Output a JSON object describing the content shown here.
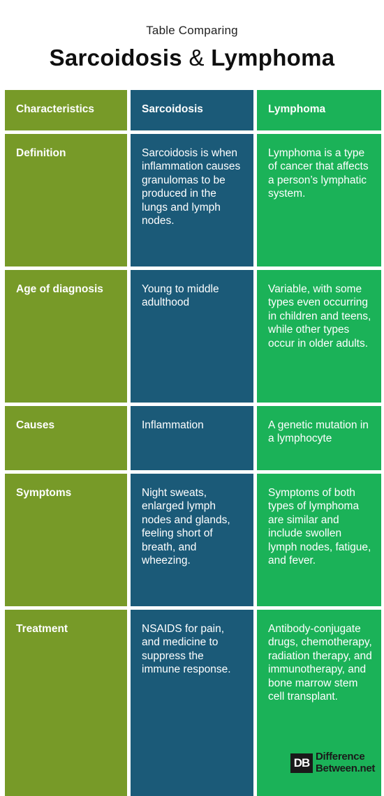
{
  "header": {
    "subtitle": "Table Comparing",
    "title_left": "Sarcoidosis",
    "title_amp": "&",
    "title_right": "Lymphoma"
  },
  "columns": [
    "Characteristics",
    "Sarcoidosis",
    "Lymphoma"
  ],
  "rows": [
    {
      "label": "Definition",
      "sarcoidosis": "Sarcoidosis is when inflammation causes granulomas to be produced in the lungs and lymph nodes.",
      "lymphoma": "Lymphoma is a type of cancer that affects a person’s lymphatic system."
    },
    {
      "label": "Age of diagnosis",
      "sarcoidosis": "Young to middle adulthood",
      "lymphoma": "Variable, with some types even occurring in children and teens, while other types occur in older adults."
    },
    {
      "label": "Causes",
      "sarcoidosis": "Inflammation",
      "lymphoma": "A genetic mutation in a lymphocyte"
    },
    {
      "label": "Symptoms",
      "sarcoidosis": "Night sweats, enlarged lymph nodes and glands, feeling short of breath, and wheezing.",
      "lymphoma": "Symptoms of both types of lymphoma are similar and include swollen lymph nodes, fatigue, and fever."
    },
    {
      "label": "Treatment",
      "sarcoidosis": "NSAIDS for pain, and medicine to suppress the immune response.",
      "lymphoma": "Antibody-conjugate drugs, chemotherapy, radiation therapy, and immunotherapy, and bone marrow stem cell transplant."
    }
  ],
  "brand": {
    "logo": "DB",
    "line1": "Difference",
    "line2": "Between.net"
  },
  "colors": {
    "characteristics": "#779a28",
    "sarcoidosis": "#1b5a78",
    "lymphoma": "#1bb258"
  }
}
